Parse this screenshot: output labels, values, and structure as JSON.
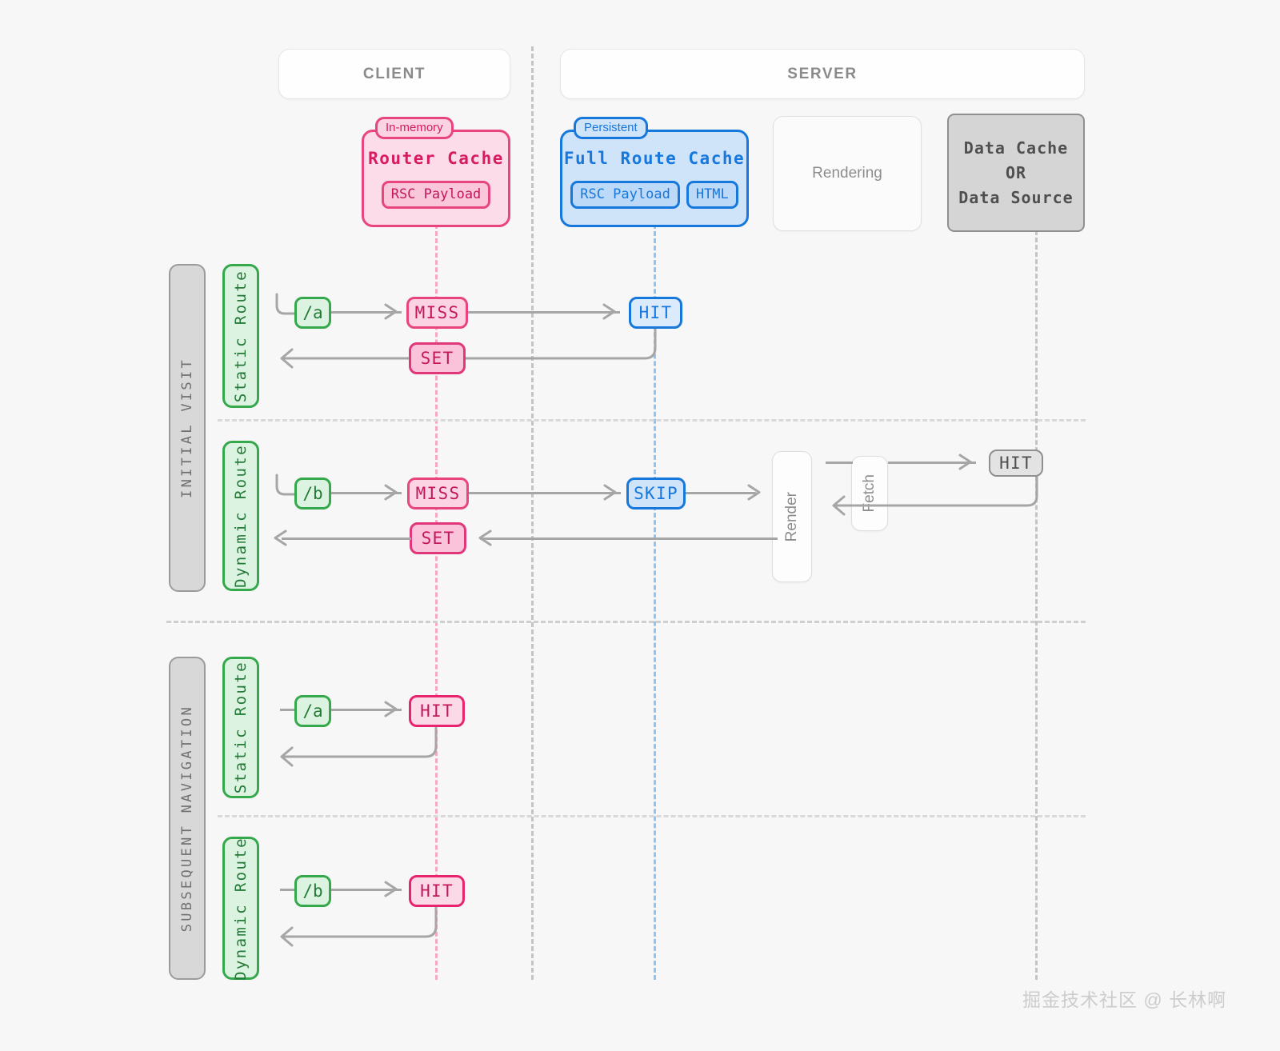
{
  "zones": [
    {
      "label": "CLIENT"
    },
    {
      "label": "SERVER"
    }
  ],
  "caches": {
    "router": {
      "tab": "In-memory",
      "title": "Router Cache",
      "chips": [
        "RSC Payload"
      ]
    },
    "full_route": {
      "tab": "Persistent",
      "title": "Full Route Cache",
      "chips": [
        "RSC Payload",
        "HTML"
      ]
    },
    "rendering": {
      "label": "Rendering"
    },
    "data_source": {
      "line1": "Data Cache",
      "line2": "OR",
      "line3": "Data Source"
    }
  },
  "sections": [
    {
      "label": "INITIAL VISIT"
    },
    {
      "label": "SUBSEQUENT NAVIGATION"
    }
  ],
  "rows": [
    {
      "section": "INITIAL VISIT",
      "route_kind": "Static Route",
      "path": "/a",
      "router_cache_status": "MISS",
      "router_cache_write": "SET",
      "full_route_cache_status": "HIT"
    },
    {
      "section": "INITIAL VISIT",
      "route_kind": "Dynamic Route",
      "path": "/b",
      "router_cache_status": "MISS",
      "router_cache_write": "SET",
      "full_route_cache_status": "SKIP",
      "render_label": "Render",
      "fetch_label": "Fetch",
      "data_status": "HIT"
    },
    {
      "section": "SUBSEQUENT NAVIGATION",
      "route_kind": "Static Route",
      "path": "/a",
      "router_cache_status": "HIT"
    },
    {
      "section": "SUBSEQUENT NAVIGATION",
      "route_kind": "Dynamic Route",
      "path": "/b",
      "router_cache_status": "HIT"
    }
  ],
  "watermark": "掘金技术社区 @ 长林啊",
  "colors": {
    "pink": "#e8457f",
    "pink_text": "#c2185b",
    "blue": "#1677dd",
    "green": "#35a84c",
    "green_text": "#237a36",
    "grey": "#8f8f8f",
    "wire": "#a6a6a6",
    "lane_pink": "#f5a8c4",
    "lane_blue": "#8dc4f2",
    "lane_grey": "#c4c4c4",
    "background": "#f7f7f7"
  }
}
